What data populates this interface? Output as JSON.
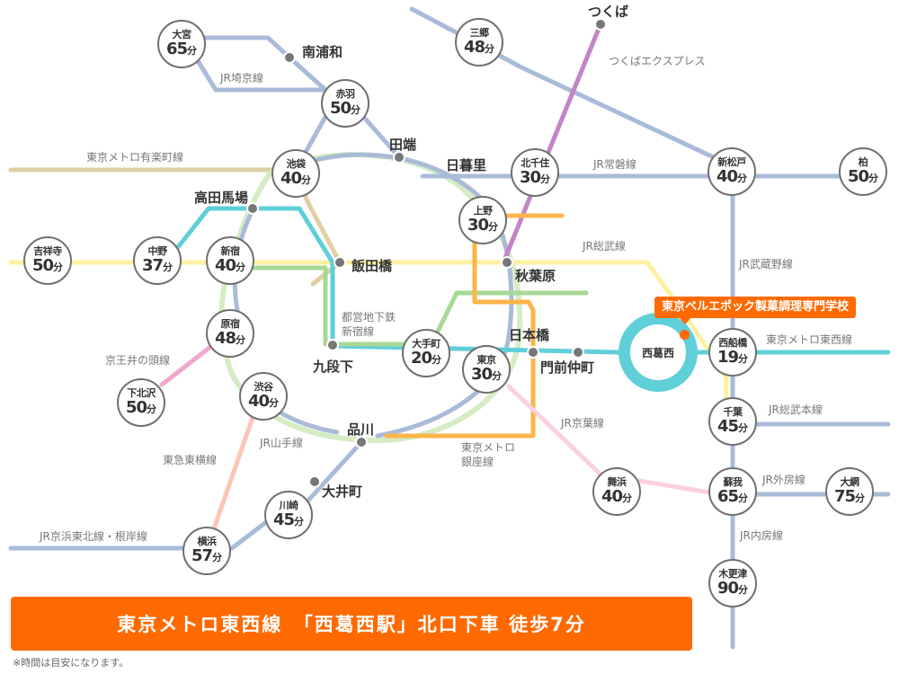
{
  "colors": {
    "jr_gray_blue": "#a9bbd8",
    "yamanote_green": "#d5ecc5",
    "tozai_cyan": "#5fcfd9",
    "sobu_yellow": "#fdf0a0",
    "yurakucho_tan": "#e0cfa3",
    "tsukuba_purple": "#c285c5",
    "ginza_orange": "#fcb54a",
    "shinjuku_green": "#a7d995",
    "keio_pink": "#f0a8cf",
    "toyoko_salmon": "#fcc5b8",
    "keiyo_pink": "#fcd0dc",
    "accent_orange": "#ff6a00"
  },
  "home_station": {
    "name": "西葛西"
  },
  "school": {
    "label": "東京ベルエポック製菓調理専門学校"
  },
  "stations": [
    {
      "name": "大宮",
      "time": "65",
      "unit": "分"
    },
    {
      "name": "赤羽",
      "time": "50",
      "unit": "分"
    },
    {
      "name": "三郷",
      "time": "48",
      "unit": "分"
    },
    {
      "name": "池袋",
      "time": "40",
      "unit": "分"
    },
    {
      "name": "北千住",
      "time": "30",
      "unit": "分"
    },
    {
      "name": "新松戸",
      "time": "40",
      "unit": "分"
    },
    {
      "name": "柏",
      "time": "50",
      "unit": "分"
    },
    {
      "name": "上野",
      "time": "30",
      "unit": "分"
    },
    {
      "name": "吉祥寺",
      "time": "50",
      "unit": "分"
    },
    {
      "name": "中野",
      "time": "37",
      "unit": "分"
    },
    {
      "name": "新宿",
      "time": "40",
      "unit": "分"
    },
    {
      "name": "原宿",
      "time": "48",
      "unit": "分"
    },
    {
      "name": "大手町",
      "time": "20",
      "unit": "分"
    },
    {
      "name": "東京",
      "time": "30",
      "unit": "分"
    },
    {
      "name": "西船橋",
      "time": "19",
      "unit": "分"
    },
    {
      "name": "下北沢",
      "time": "50",
      "unit": "分"
    },
    {
      "name": "渋谷",
      "time": "40",
      "unit": "分"
    },
    {
      "name": "千葉",
      "time": "45",
      "unit": "分"
    },
    {
      "name": "舞浜",
      "time": "40",
      "unit": "分"
    },
    {
      "name": "蘇我",
      "time": "65",
      "unit": "分"
    },
    {
      "name": "大網",
      "time": "75",
      "unit": "分"
    },
    {
      "name": "川崎",
      "time": "45",
      "unit": "分"
    },
    {
      "name": "横浜",
      "time": "57",
      "unit": "分"
    },
    {
      "name": "木更津",
      "time": "90",
      "unit": "分"
    }
  ],
  "dot_stations": [
    "南浦和",
    "つくば",
    "田端",
    "日暮里",
    "高田馬場",
    "飯田橋",
    "秋葉原",
    "九段下",
    "日本橋",
    "門前仲町",
    "品川",
    "大井町"
  ],
  "line_labels": [
    "JR埼京線",
    "つくばエクスプレス",
    "東京メトロ有楽町線",
    "JR常磐線",
    "JR総武線",
    "JR武蔵野線",
    "都営地下鉄\n新宿線",
    "京王井の頭線",
    "東京メトロ東西線",
    "JR京葉線",
    "JR総武本線",
    "JR山手線",
    "東京メトロ\n銀座線",
    "東急東横線",
    "JR外房線",
    "JR内房線",
    "JR京浜東北線・根岸線"
  ],
  "banner": {
    "text": "東京メトロ東西線　「西葛西駅」北口下車 徒歩7分"
  },
  "note": "※時間は目安になります。"
}
